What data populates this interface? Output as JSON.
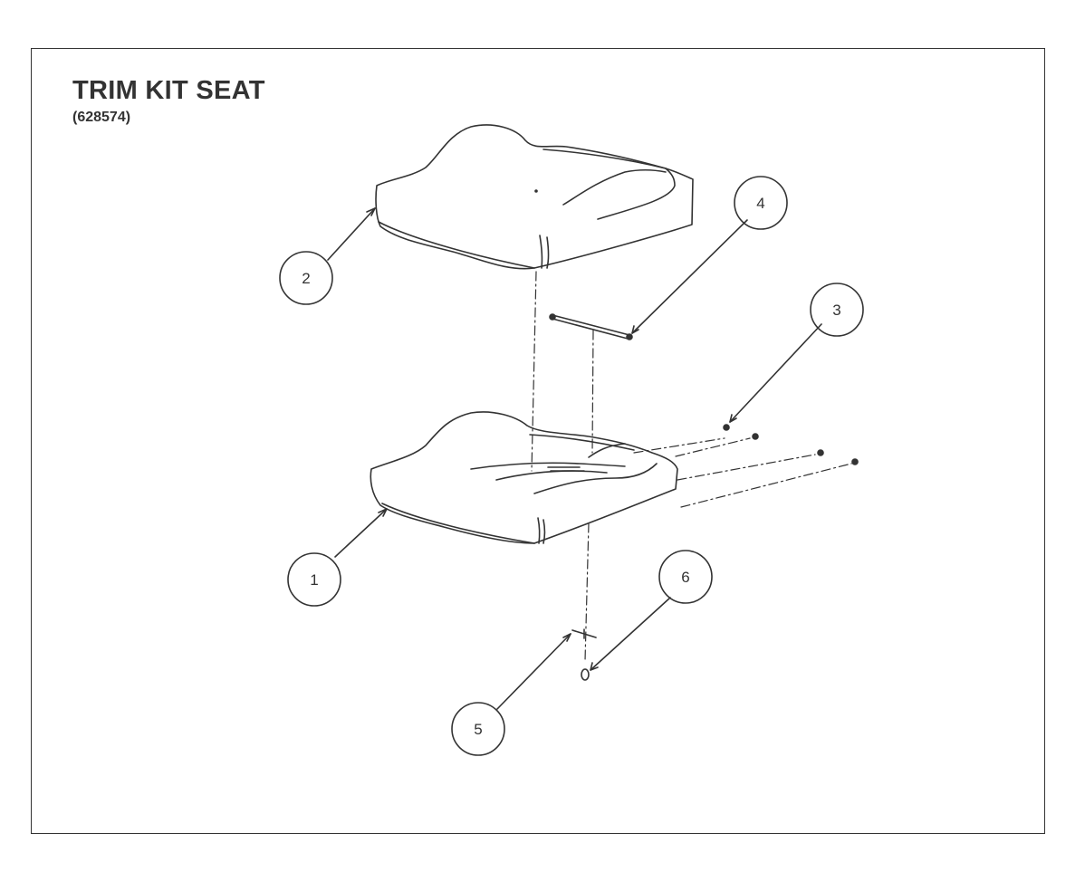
{
  "title": "TRIM KIT SEAT",
  "part_number": "(628574)",
  "callouts": [
    {
      "label": "1"
    },
    {
      "label": "2"
    },
    {
      "label": "3"
    },
    {
      "label": "4"
    },
    {
      "label": "5"
    },
    {
      "label": "6"
    }
  ],
  "colors": {
    "line": "#333333",
    "background": "#ffffff"
  }
}
